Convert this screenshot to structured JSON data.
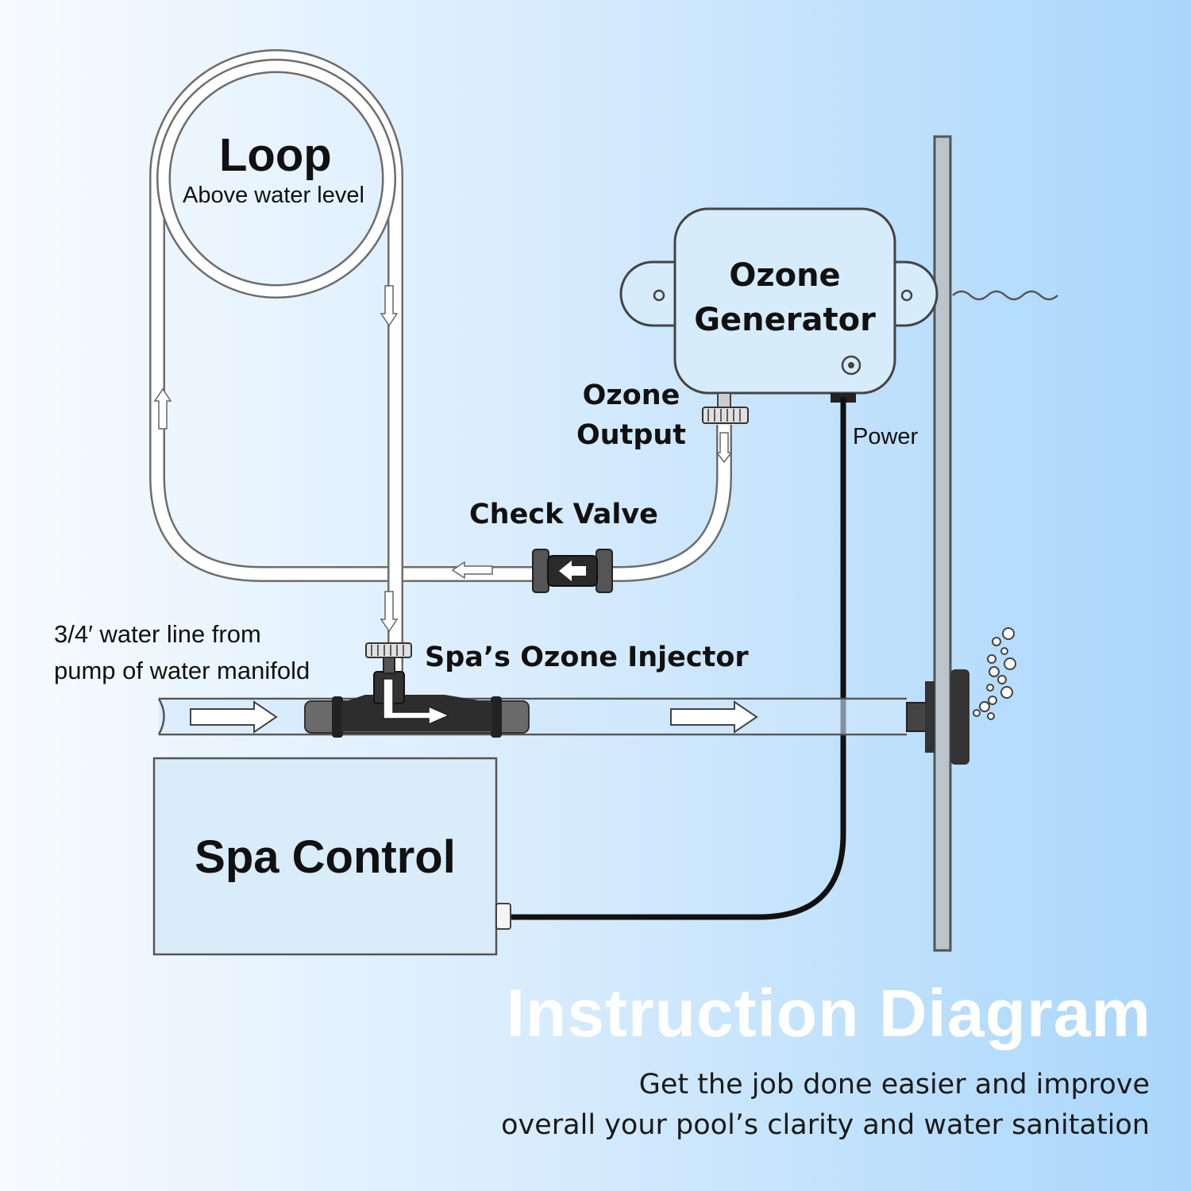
{
  "labels": {
    "loop_title": "Loop",
    "loop_subtitle": "Above water level",
    "ozone_generator_line1": "Ozone",
    "ozone_generator_line2": "Generator",
    "ozone_output_line1": "Ozone",
    "ozone_output_line2": "Output",
    "power": "Power",
    "check_valve": "Check Valve",
    "water_line_line1": "3/4′ water line from",
    "water_line_line2": "pump of water manifold",
    "injector": "Spa’s Ozone Injector",
    "spa_control": "Spa Control"
  },
  "footer": {
    "title": "Instruction Diagram",
    "subtitle_line1": "Get the job done easier and improve",
    "subtitle_line2": "overall your pool’s clarity and water sanitation"
  },
  "colors": {
    "tube": "#ffffff",
    "outline": "#444444",
    "fitting": "#3a3a3a",
    "title": "#ffffff"
  }
}
